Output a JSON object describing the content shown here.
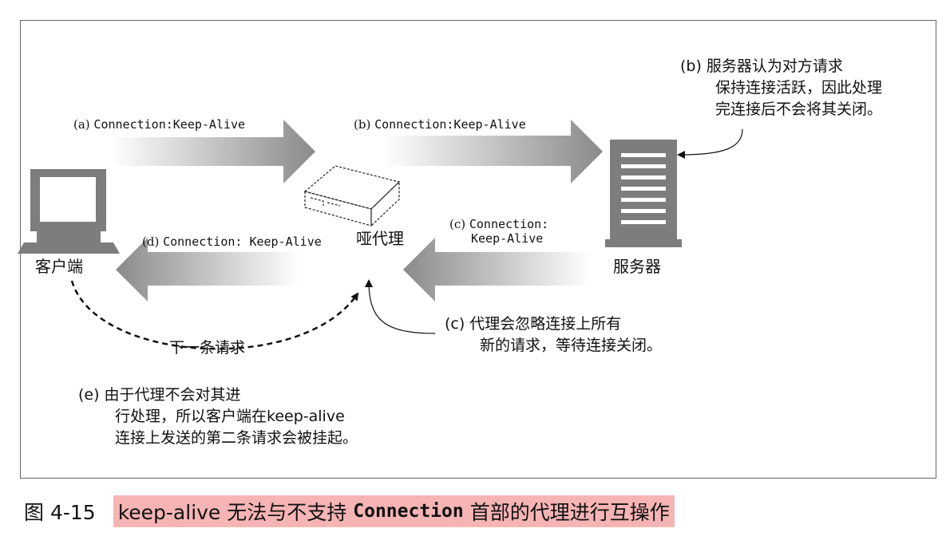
{
  "arrows": {
    "a": {
      "tag": "(a) ",
      "code": "Connection:Keep-Alive"
    },
    "b": {
      "tag": "(b) ",
      "code": "Connection:Keep-Alive"
    },
    "c": {
      "tag": "(c) ",
      "code_line1": "Connection:",
      "code_line2": "Keep-Alive"
    },
    "d": {
      "tag": "(d) ",
      "code": "Connection: Keep-Alive"
    }
  },
  "nodes": {
    "client_label": "客户端",
    "proxy_label": "哑代理",
    "server_label": "服务器"
  },
  "notes": {
    "b": [
      "(b) 服务器认为对方请求",
      "保持连接活跃，因此处理",
      "完连接后不会将其关闭。"
    ],
    "c": [
      "(c) 代理会忽略连接上所有",
      "新的请求，等待连接关闭。"
    ],
    "e": [
      "(e) 由于代理不会对其进",
      "行处理，所以客户端在keep-alive",
      "连接上发送的第二条请求会被挂起。"
    ],
    "next_request": "下一条请求"
  },
  "caption": {
    "figure_number": "图 4-15",
    "text_before": "keep-alive 无法与不支持",
    "code": "Connection",
    "text_after": "首部的代理进行互操作"
  },
  "colors": {
    "highlight": "#f6b4b4",
    "arrow_dark": "#8a8a8a",
    "device": "#7d7d7d"
  }
}
